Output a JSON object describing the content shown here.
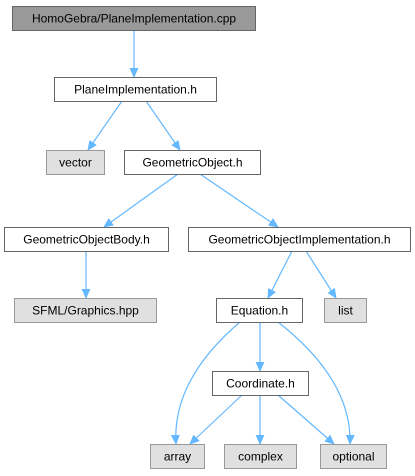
{
  "graph": {
    "edge_color": "#63b8ff",
    "root_fill": "#999999",
    "external_fill": "#e0e0e0",
    "nodes": [
      {
        "id": "root",
        "label": "HomoGebra/PlaneImplementation.cpp",
        "kind": "root"
      },
      {
        "id": "plane_h",
        "label": "PlaneImplementation.h",
        "kind": "file"
      },
      {
        "id": "vector",
        "label": "vector",
        "kind": "external"
      },
      {
        "id": "geomobj_h",
        "label": "GeometricObject.h",
        "kind": "file"
      },
      {
        "id": "geomobjbody_h",
        "label": "GeometricObjectBody.h",
        "kind": "file"
      },
      {
        "id": "geomobjimpl_h",
        "label": "GeometricObjectImplementation.h",
        "kind": "file"
      },
      {
        "id": "sfml",
        "label": "SFML/Graphics.hpp",
        "kind": "external"
      },
      {
        "id": "equation_h",
        "label": "Equation.h",
        "kind": "file"
      },
      {
        "id": "list",
        "label": "list",
        "kind": "external"
      },
      {
        "id": "coordinate_h",
        "label": "Coordinate.h",
        "kind": "file"
      },
      {
        "id": "array",
        "label": "array",
        "kind": "external"
      },
      {
        "id": "complex",
        "label": "complex",
        "kind": "external"
      },
      {
        "id": "optional",
        "label": "optional",
        "kind": "external"
      }
    ],
    "edges": [
      {
        "from": "root",
        "to": "plane_h"
      },
      {
        "from": "plane_h",
        "to": "vector"
      },
      {
        "from": "plane_h",
        "to": "geomobj_h"
      },
      {
        "from": "geomobj_h",
        "to": "geomobjbody_h"
      },
      {
        "from": "geomobj_h",
        "to": "geomobjimpl_h"
      },
      {
        "from": "geomobjbody_h",
        "to": "sfml"
      },
      {
        "from": "geomobjimpl_h",
        "to": "equation_h"
      },
      {
        "from": "geomobjimpl_h",
        "to": "list"
      },
      {
        "from": "equation_h",
        "to": "coordinate_h"
      },
      {
        "from": "equation_h",
        "to": "array"
      },
      {
        "from": "equation_h",
        "to": "optional"
      },
      {
        "from": "coordinate_h",
        "to": "array"
      },
      {
        "from": "coordinate_h",
        "to": "complex"
      },
      {
        "from": "coordinate_h",
        "to": "optional"
      }
    ]
  }
}
